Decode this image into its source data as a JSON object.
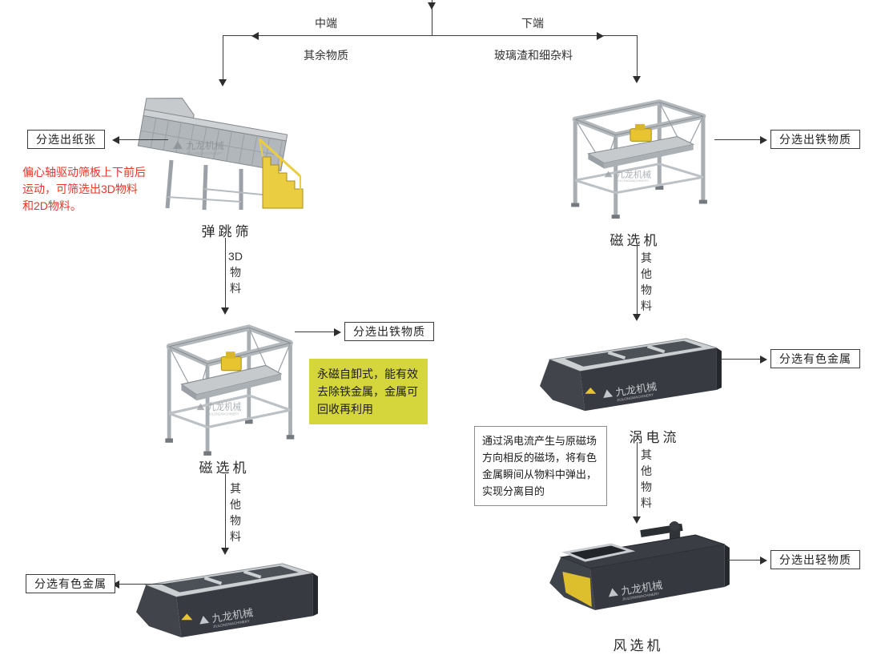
{
  "colors": {
    "flow_line": "#3c3c3c",
    "red_note_text": "#e8362b",
    "yellow_note_bg": "#d4d63b",
    "machine_light_gray": "#c9cdd1",
    "machine_dark": "#35393f",
    "accent_yellow": "#e9c431"
  },
  "watermark": {
    "cn": "九龙机械",
    "en": "JIULONGMACHINERY"
  },
  "top_flow": {
    "source_branch_mid_label": "中端",
    "source_branch_bottom_label": "下端",
    "mid_material": "其余物质",
    "bottom_material": "玻璃渣和细杂料"
  },
  "branches": {
    "d3_material": "3D\n物\n料",
    "other_material": "其\n他\n物\n料"
  },
  "machines": {
    "bounce_screen": "弹跳筛",
    "magnetic_separator_right": "磁选机",
    "magnetic_separator_left": "磁选机",
    "eddy_current": "涡电流",
    "air_separator": "风选机"
  },
  "outputs": {
    "paper": "分选出纸张",
    "iron_right": "分选出铁物质",
    "iron_left": "分选出铁物质",
    "nonferrous_right": "分选有色金属",
    "nonferrous_left": "分选有色金属",
    "light_material": "分选出轻物质"
  },
  "notes": {
    "bounce_screen_note": "偏心轴驱动筛板上下前后\n运动，可筛选出3D物料\n和2D物料。",
    "magnetic_note": "永磁自卸式，能有效\n去除铁金属，金属可\n回收再利用",
    "eddy_note": "通过涡电流产生与原磁场\n方向相反的磁场，将有色\n金属瞬间从物料中弹出，\n实现分离目的"
  }
}
